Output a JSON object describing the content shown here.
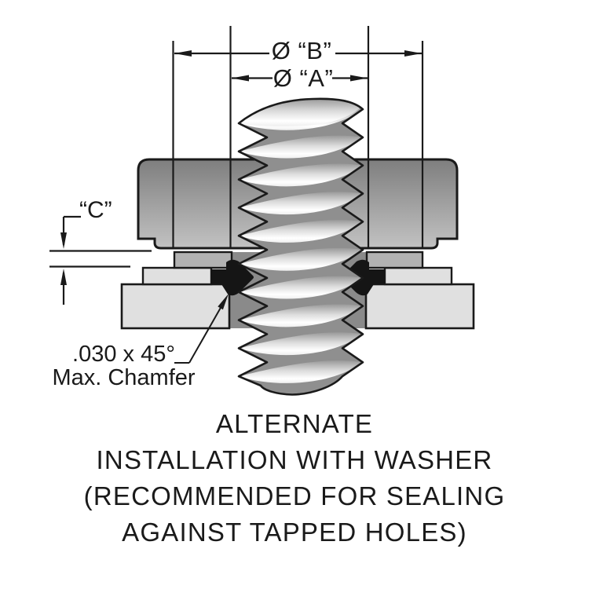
{
  "figure": {
    "dims": {
      "b_label": "Ø “B”",
      "a_label": "Ø “A”",
      "c_label": "“C”"
    },
    "chamfer_note": {
      "line1": ".030 x 45°",
      "line2": "Max. Chamfer"
    },
    "caption": {
      "line1": "ALTERNATE",
      "line2": "INSTALLATION WITH WASHER",
      "line3": "(RECOMMENDED FOR SEALING",
      "line4": "AGAINST TAPPED HOLES)"
    },
    "colors": {
      "background": "#ffffff",
      "outline": "#1a1a1a",
      "flange_top": "#828282",
      "flange_bottom": "#bdbdbd",
      "washer": "#b2b2b2",
      "plate": "#e0e0e0",
      "hole_wall": "#8a8a8a",
      "seal": "#151515",
      "thread_core": "#8f8f8f",
      "thread_highlight": "#ffffff"
    }
  }
}
